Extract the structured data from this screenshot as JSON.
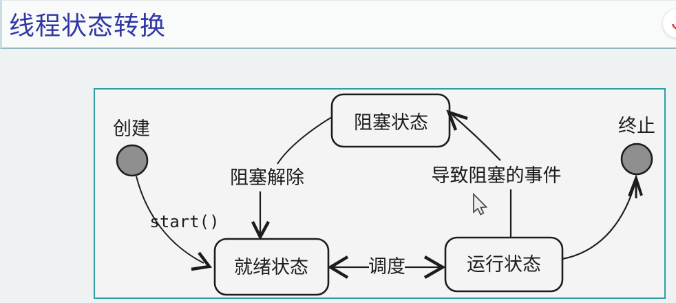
{
  "header": {
    "title": "线程状态转换",
    "title_color": "#3138a6"
  },
  "toolbar": {
    "refresh_icon_color": "#d0524e"
  },
  "diagram": {
    "states": {
      "blocked": "阻塞状态",
      "ready": "就绪状态",
      "running": "运行状态"
    },
    "terminals": {
      "create": "创建",
      "terminate": "终止"
    },
    "transitions": {
      "start": "start()",
      "unblock": "阻塞解除",
      "blocking_event": "导致阻塞的事件",
      "schedule": "调度"
    },
    "colors": {
      "panel_border": "#2f9e9e",
      "panel_background": "#f4f4f4",
      "terminal_fill": "#8f8f8f",
      "line": "#1c1c1c"
    }
  }
}
